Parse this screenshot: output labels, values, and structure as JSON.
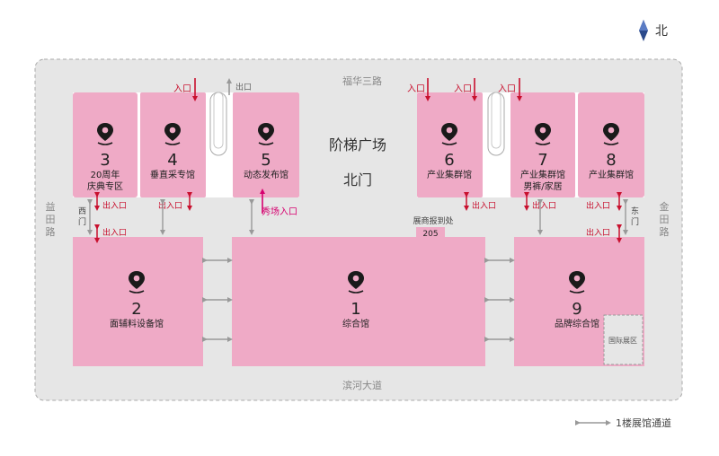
{
  "compass": {
    "label": "北"
  },
  "roads": {
    "north": "福华三路",
    "south": "滨河大道",
    "west": [
      "益",
      "田",
      "路"
    ],
    "east": [
      "金",
      "田",
      "路"
    ]
  },
  "plaza": {
    "title": "阶梯广场",
    "gate": "北门"
  },
  "gates": {
    "west": [
      "西",
      "门"
    ],
    "east": [
      "东",
      "门"
    ]
  },
  "halls": [
    {
      "id": "hall-3",
      "number": "3",
      "name": [
        "20周年",
        "庆典专区"
      ]
    },
    {
      "id": "hall-4",
      "number": "4",
      "name": [
        "垂直采专馆"
      ]
    },
    {
      "id": "hall-5",
      "number": "5",
      "name": [
        "动态发布馆"
      ]
    },
    {
      "id": "hall-6",
      "number": "6",
      "name": [
        "产业集群馆"
      ]
    },
    {
      "id": "hall-7",
      "number": "7",
      "name": [
        "产业集群馆",
        "男裤/家居"
      ]
    },
    {
      "id": "hall-8",
      "number": "8",
      "name": [
        "产业集群馆"
      ]
    },
    {
      "id": "hall-2",
      "number": "2",
      "name": [
        "面辅料设备馆"
      ]
    },
    {
      "id": "hall-1",
      "number": "1",
      "name": [
        "综合馆"
      ]
    },
    {
      "id": "hall-9",
      "number": "9",
      "name": [
        "品牌综合馆"
      ]
    }
  ],
  "labels": {
    "entry": "入口",
    "exit": "出口",
    "in_out": "出入口",
    "show_entry": "秀场入口",
    "intl_zone": "国际展区",
    "registration": "展商报到处",
    "registration_num": "205"
  },
  "legend": {
    "label": "1楼展馆通道"
  },
  "colors": {
    "hall_pink": "#efaac6",
    "corridor": "#e6e6e6",
    "arrow_red": "#c8102e",
    "show_magenta": "#d6006f"
  }
}
